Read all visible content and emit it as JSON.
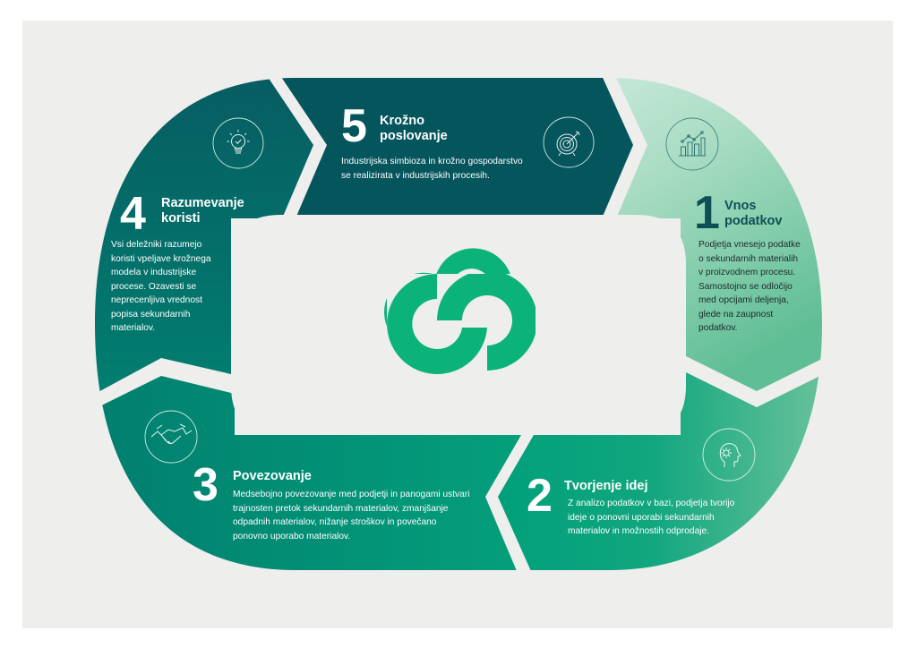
{
  "colors": {
    "background_outer": "#ffffff",
    "panel": "#eeeeec",
    "step1_light": "#c3e6d6",
    "step1_dark": "#5fbf96",
    "step2_dark": "#04a37a",
    "step2_light": "#62bf98",
    "step3_dark": "#00806f",
    "step3_light": "#039d79",
    "step4_dark": "#00786e",
    "step4_top": "#075f63",
    "step5": "#05555d",
    "logo": "#0bb37b",
    "step1_text": "#0d4f55"
  },
  "logo": {
    "icon": "circular-economy-logo-icon"
  },
  "steps": [
    {
      "number": "1",
      "title_line1": "Vnos",
      "title_line2": "podatkov",
      "icon": "bar-chart-trend-icon",
      "description": [
        "Podjetja vnesejo podatke",
        "o sekundarnih materialih",
        "v proizvodnem procesu.",
        "Samostojno se odločijo",
        "med opcijami deljenja,",
        "glede na zaupnost",
        "podatkov."
      ]
    },
    {
      "number": "2",
      "title_line1": "Tvorjenje idej",
      "icon": "head-gear-icon",
      "description": [
        "Z analizo podatkov v bazi, podjetja tvorijo",
        "ideje o ponovni uporabi sekundarnih",
        "materialov in možnostih odprodaje."
      ]
    },
    {
      "number": "3",
      "title_line1": "Povezovanje",
      "icon": "handshake-icon",
      "description": [
        "Medsebojno povezovanje med podjetji in panogami ustvari",
        "trajnosten pretok sekundarnih materialov, zmanjšanje",
        "odpadnih materialov, nižanje stroškov in povečano",
        "ponovno uporabo materialov."
      ]
    },
    {
      "number": "4",
      "title_line1": "Razumevanje",
      "title_line2": "koristi",
      "icon": "lightbulb-check-icon",
      "description": [
        "Vsi deležniki razumejo",
        "koristi vpeljave krožnega",
        "modela v industrijske",
        "procese. Ozavesti se",
        "neprecenljiva vrednost",
        "popisa sekundarnih",
        "materialov."
      ]
    },
    {
      "number": "5",
      "title_line1": "Krožno",
      "title_line2": "poslovanje",
      "icon": "target-arrow-icon",
      "description": [
        "Industrijska simbioza in krožno gospodarstvo",
        "se realizirata v industrijskih procesih."
      ]
    }
  ]
}
